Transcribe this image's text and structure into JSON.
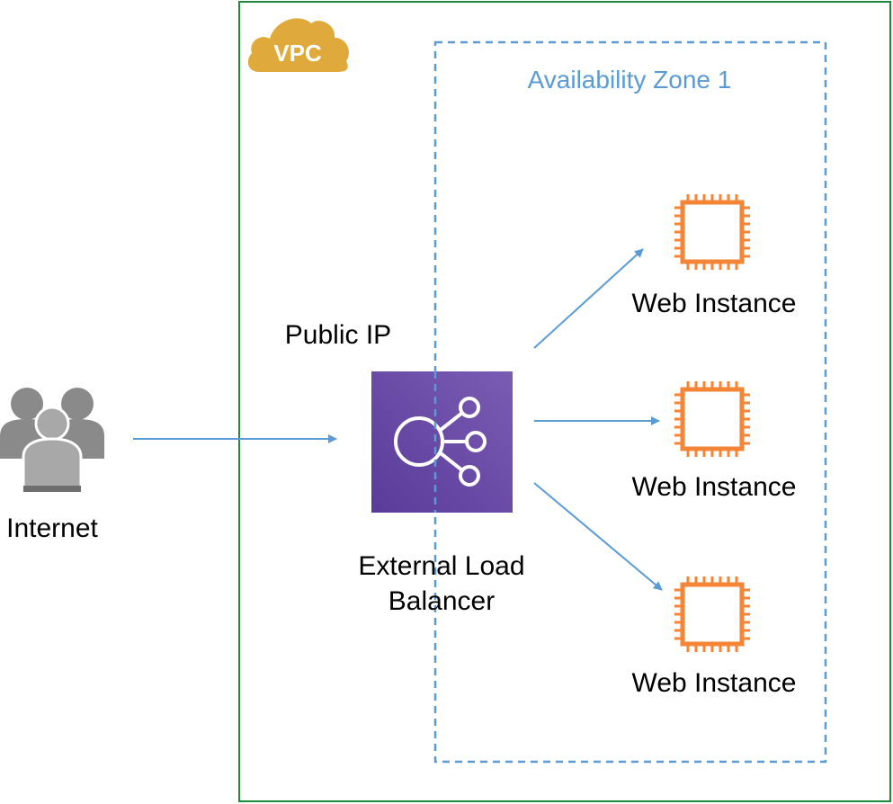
{
  "vpc": {
    "badge": "VPC",
    "border_color": "#1f8a3c",
    "badge_color": "#e0a93b"
  },
  "availability_zone": {
    "title": "Availability Zone 1",
    "border_color": "#5b9bd5"
  },
  "internet": {
    "label": "Internet",
    "icon": "users-icon"
  },
  "load_balancer": {
    "ip_label": "Public IP",
    "name_line1": "External Load",
    "name_line2": "Balancer",
    "icon": "load-balancer-icon",
    "color": "#6a4aa6"
  },
  "instances": [
    {
      "label": "Web Instance",
      "icon": "chip-icon"
    },
    {
      "label": "Web Instance",
      "icon": "chip-icon"
    },
    {
      "label": "Web Instance",
      "icon": "chip-icon"
    }
  ],
  "colors": {
    "arrow": "#5b9bd5",
    "chip": "#f58536",
    "users": "#9a9a9a"
  }
}
